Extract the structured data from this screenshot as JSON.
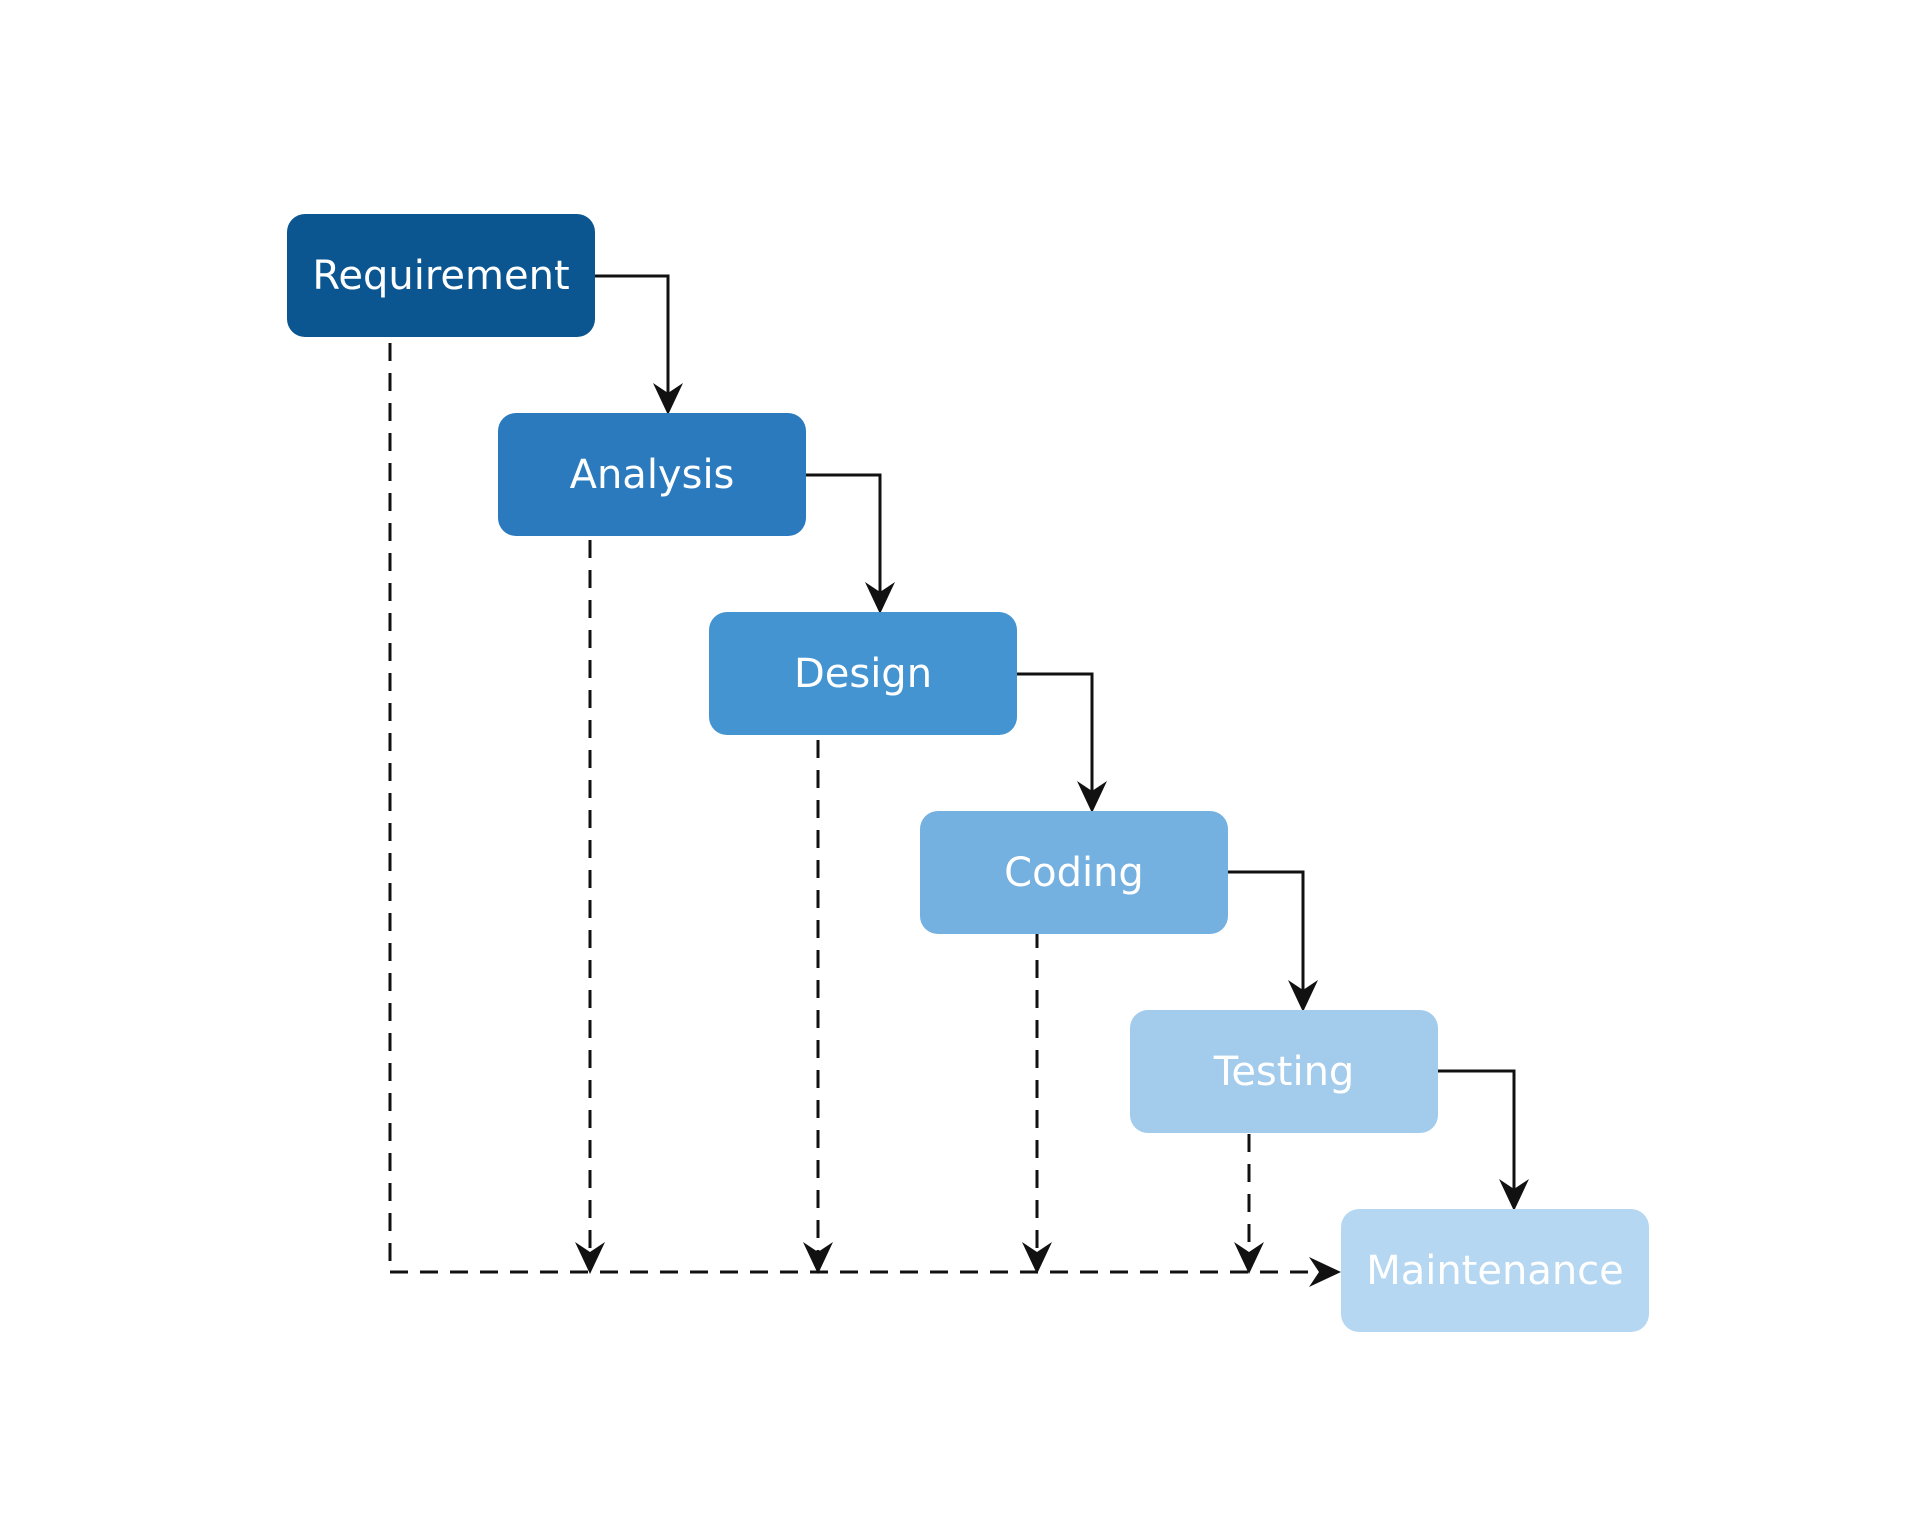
{
  "diagram": {
    "stages": [
      {
        "label": "Requirement",
        "color": "#0b5690"
      },
      {
        "label": "Analysis",
        "color": "#2a7abd"
      },
      {
        "label": "Design",
        "color": "#4594d2"
      },
      {
        "label": "Coding",
        "color": "#74b0e0"
      },
      {
        "label": "Testing",
        "color": "#a3cbec"
      },
      {
        "label": "Maintenance",
        "color": "#b6d7f1"
      }
    ],
    "arrow_color": "#111111"
  }
}
